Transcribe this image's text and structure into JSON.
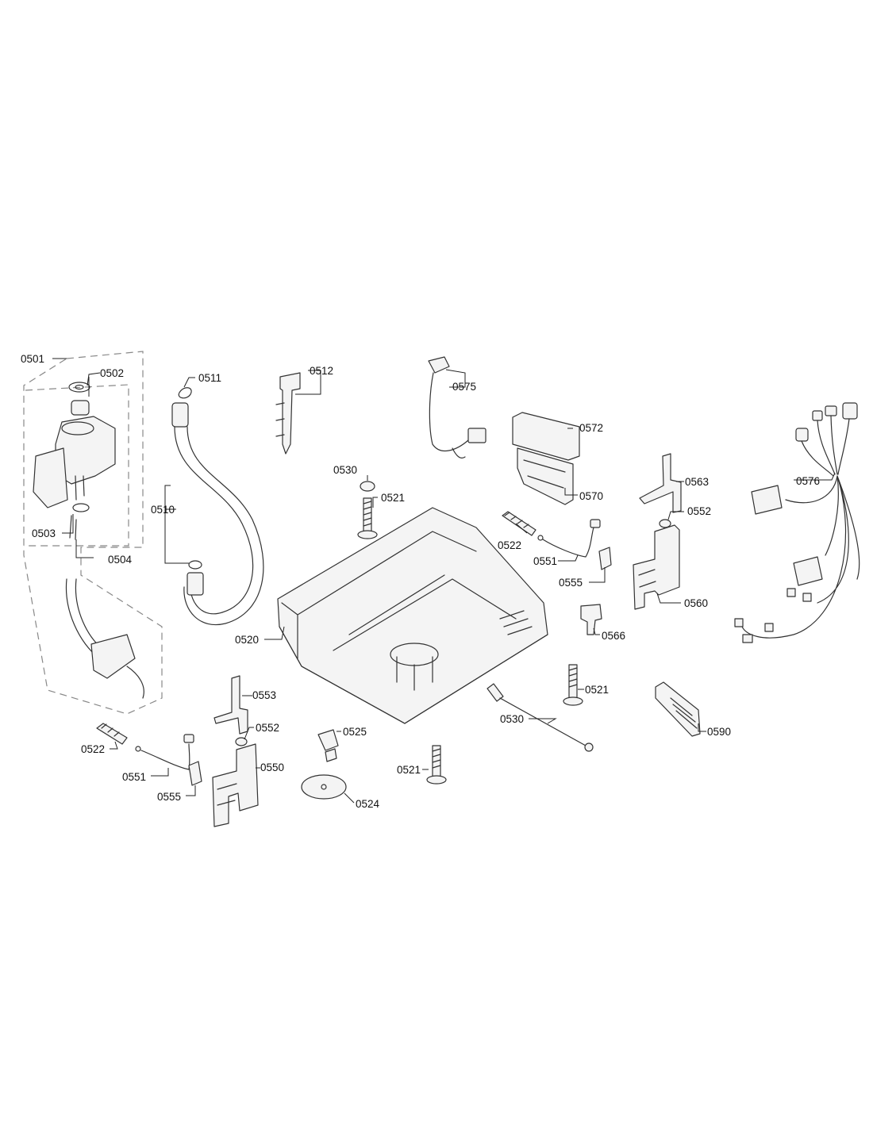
{
  "labels": {
    "p0501": "0501",
    "p0502": "0502",
    "p0503": "0503",
    "p0504": "0504",
    "p0510": "0510",
    "p0511": "0511",
    "p0512": "0512",
    "p0575": "0575",
    "p0572": "0572",
    "p0570": "0570",
    "p0576": "0576",
    "p0530a": "0530",
    "p0521a": "0521",
    "p0522a": "0522",
    "p0551a": "0551",
    "p0555a": "0555",
    "p0563": "0563",
    "p0552a": "0552",
    "p0560": "0560",
    "p0566": "0566",
    "p0520": "0520",
    "p0553": "0553",
    "p0552b": "0552",
    "p0550": "0550",
    "p0522b": "0522",
    "p0551b": "0551",
    "p0555b": "0555",
    "p0525": "0525",
    "p0524": "0524",
    "p0521b": "0521",
    "p0530b": "0530",
    "p0521c": "0521",
    "p0590": "0590"
  }
}
